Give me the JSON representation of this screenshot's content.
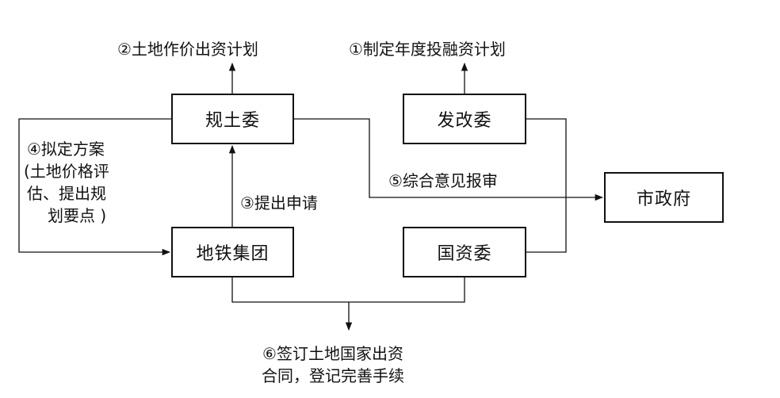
{
  "nodes": {
    "gui_tu_wei": "规土委",
    "fa_gai_wei": "发改委",
    "shi_zheng_fu": "市政府",
    "di_tie_ji_tuan": "地铁集团",
    "guo_zi_wei": "国资委"
  },
  "steps": {
    "s1": "①制定年度投融资计划",
    "s2": "②土地作价出资计划",
    "s3": "③提出申请",
    "s4": {
      "line1": "④拟定方案",
      "line2": "(土地价格评",
      "line3": "估、提出规",
      "line4": "划要点 )"
    },
    "s5": "⑤综合意见报审",
    "s6": {
      "line1": "⑥签订土地国家出资",
      "line2": "合同，登记完善手续"
    }
  }
}
